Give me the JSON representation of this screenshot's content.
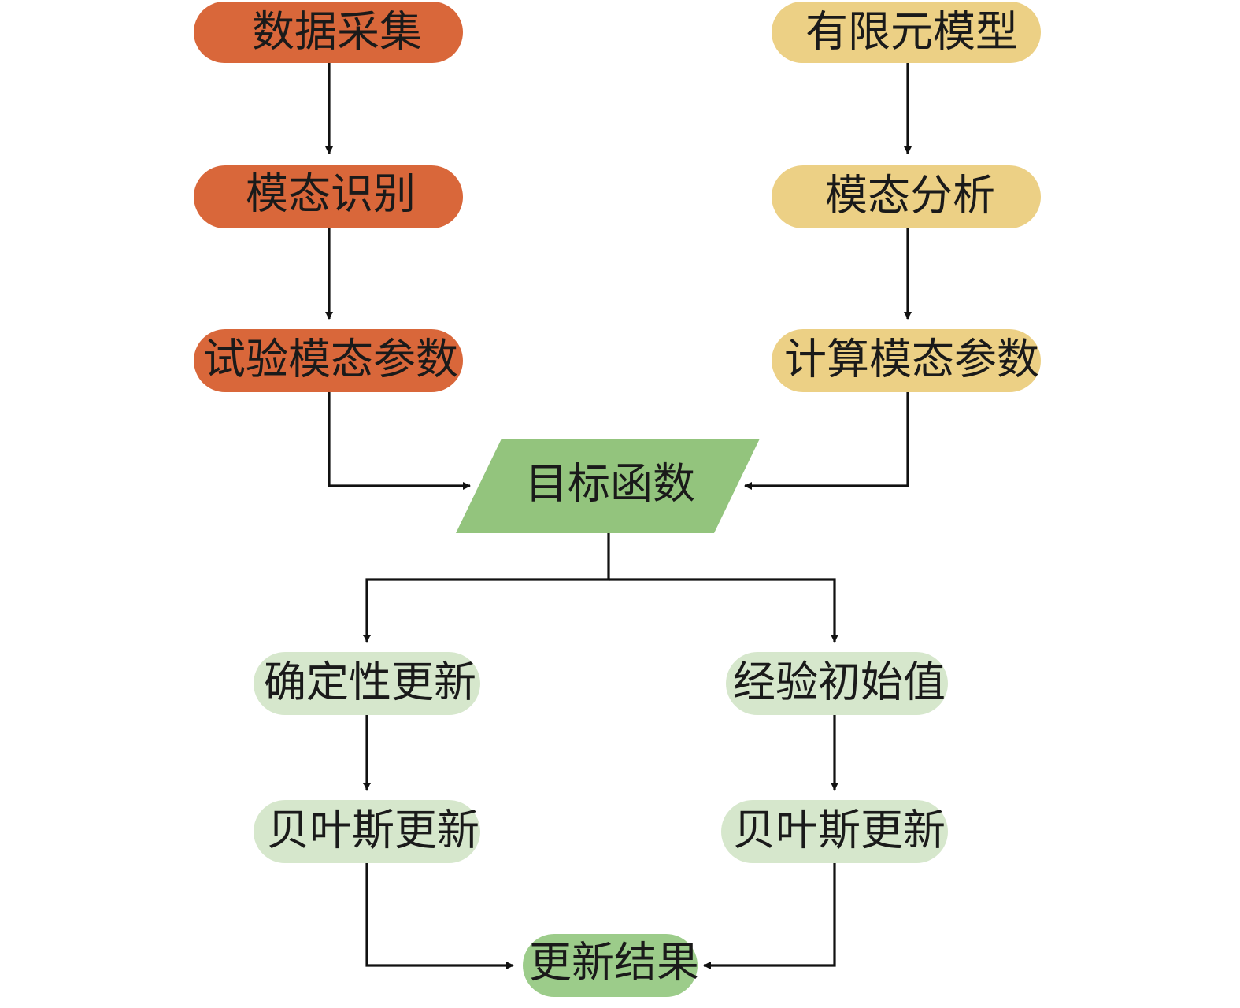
{
  "colors": {
    "experiment": "#d9673a",
    "model": "#ecd085",
    "objective": "#93c47d",
    "update": "#d6e7cc",
    "result": "#9ccc8a",
    "edge": "#111111"
  },
  "nodes": {
    "data_acquisition": "数据采集",
    "modal_identification": "模态识别",
    "test_modal_params": "试验模态参数",
    "fe_model": "有限元模型",
    "modal_analysis": "模态分析",
    "computed_modal_params": "计算模态参数",
    "objective_function": "目标函数",
    "deterministic_update": "确定性更新",
    "bayesian_update_left": "贝叶斯更新",
    "empirical_initial_value": "经验初始值",
    "bayesian_update_right": "贝叶斯更新",
    "update_result": "更新结果"
  }
}
